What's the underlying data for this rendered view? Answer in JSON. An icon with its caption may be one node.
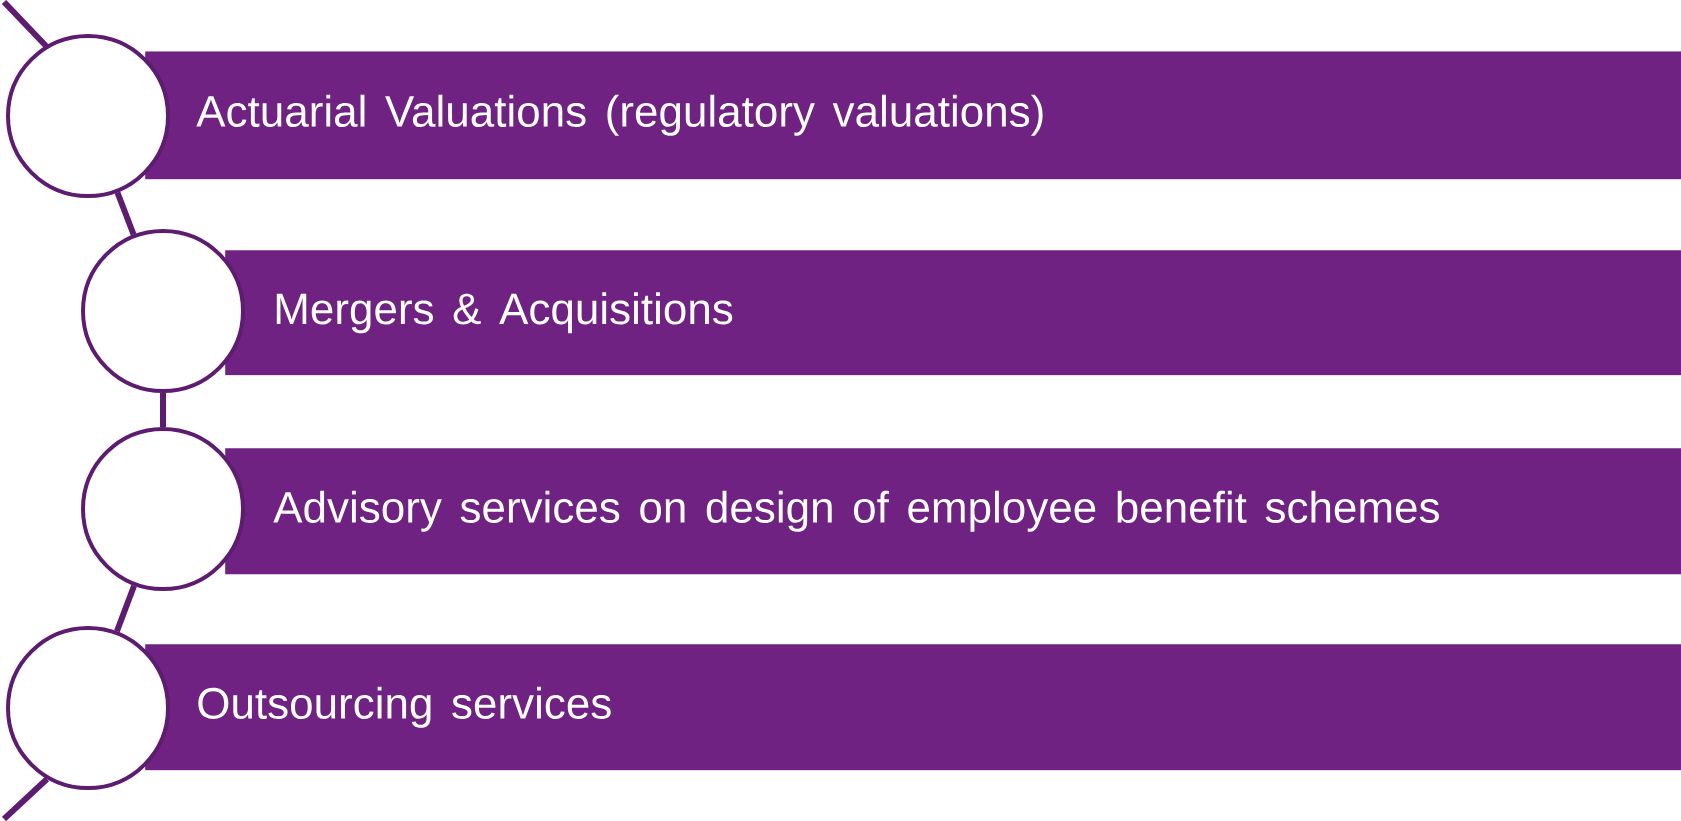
{
  "diagram": {
    "nodes": [
      {
        "text": [],
        "shape": "circle"
      },
      {
        "text": [
          "Actuarial Valuations (regulatory valuations)"
        ]
      },
      {
        "text": [],
        "shape": "circle"
      },
      {
        "text": [
          "Mergers & Acquisitions"
        ]
      },
      {
        "text": [],
        "shape": "circle"
      },
      {
        "text": [
          "Advisory services on design of employee benefit schemes"
        ]
      },
      {
        "text": [],
        "shape": "circle"
      },
      {
        "text": [
          "Outsourcing services"
        ]
      }
    ],
    "edges": [
      {
        "from": null,
        "to": 0,
        "arrow": "none"
      },
      {
        "from": 0,
        "to": 2,
        "arrow": "none"
      },
      {
        "from": 2,
        "to": 4,
        "arrow": "none"
      },
      {
        "from": 4,
        "to": 6,
        "arrow": "none"
      },
      {
        "from": 6,
        "to": null,
        "arrow": "none"
      }
    ]
  }
}
